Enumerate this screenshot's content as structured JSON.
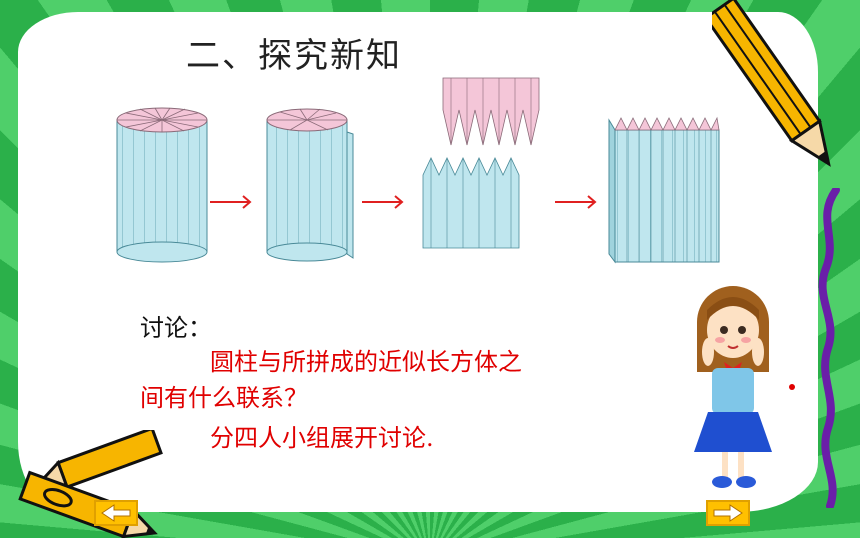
{
  "slide": {
    "title": "二、探究新知",
    "discussion_label": "讨论：",
    "question_line1": "圆柱与所拼成的近似长方体之",
    "question_line2": "间有什么联系？",
    "instruction": "分四人小组展开讨论."
  },
  "colors": {
    "text_red": "#e00000",
    "cylinder_side": "#bfe6ee",
    "cylinder_top": "#f4c6d8",
    "arrow_red": "#e02020",
    "background_green": "#2bb04a",
    "nav_button": "#ffc000"
  },
  "icons": {
    "prev": "left-arrow-icon",
    "next": "right-arrow-icon"
  }
}
